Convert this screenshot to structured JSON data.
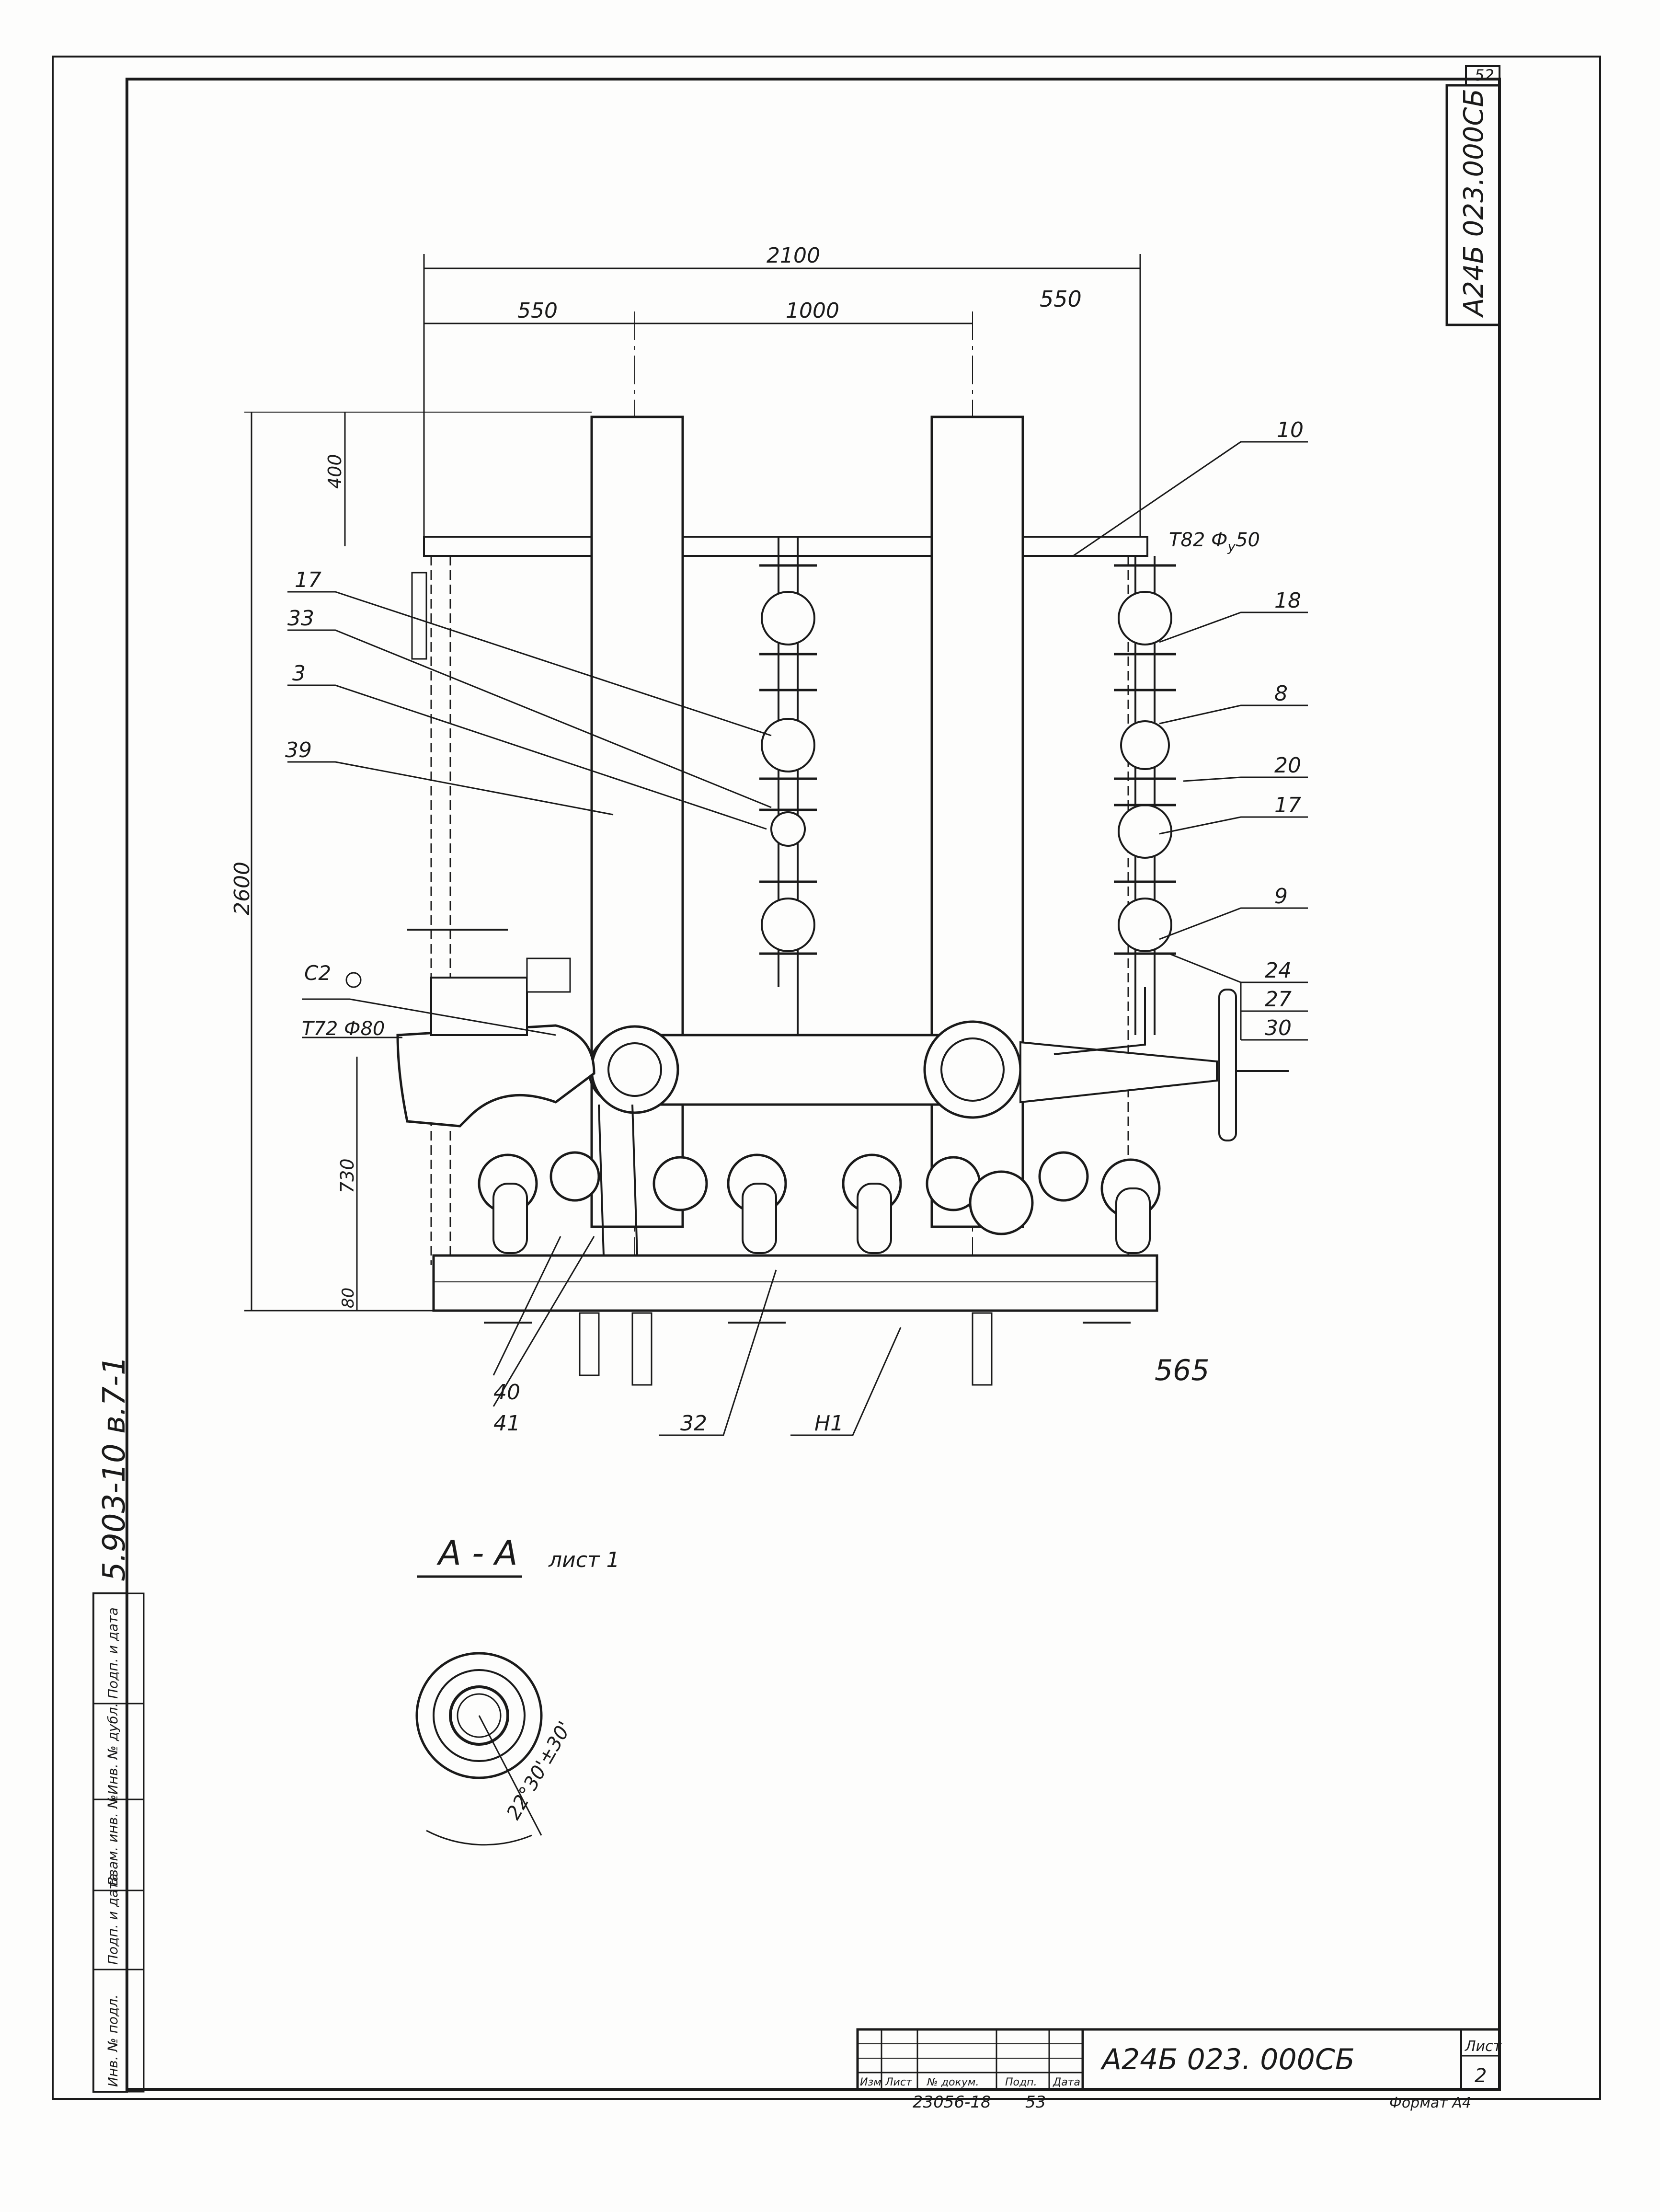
{
  "sheet_number_corner": "52",
  "designation_side": "А24Б 023.000СБ",
  "dimensions": {
    "d2100": "2100",
    "d550": "550",
    "d1000": "1000",
    "d550_hand": "550",
    "d400": "400",
    "d2600": "2600",
    "d730": "730",
    "d80": "80",
    "d565_hand": "565"
  },
  "callouts": {
    "c10": "10",
    "c18": "18",
    "c8": "8",
    "c20": "20",
    "c17_right": "17",
    "c9": "9",
    "c24": "24",
    "c27": "27",
    "c30": "30",
    "c17_left": "17",
    "c33": "33",
    "c3": "3",
    "c39": "39",
    "c40": "40",
    "c41": "41",
    "c32": "32",
    "cH1": "Н1"
  },
  "ports": {
    "t82": "Т82 Ф",
    "t82_sub": "у",
    "t82_val": "50",
    "c2": "С2",
    "t72": "Т72 Ф80"
  },
  "section": {
    "label": "А - А",
    "sheet_ref": "лист 1",
    "angle": "22°30'±30'"
  },
  "margin_code": "5.903-10   в.7-1",
  "left_stamp": [
    "Инв. № подл.",
    "Подп. и дата",
    "Взам. инв. №",
    "Инв. № дубл.",
    "Подп. и дата"
  ],
  "title_block": {
    "designation": "А24Б 023. 000СБ",
    "sheet_label": "Лист",
    "sheet_value": "2",
    "col_headers": [
      "Изм",
      "Лист",
      "№ докум.",
      "Подп.",
      "Дата"
    ]
  },
  "bottom": {
    "order_number": "23056-18",
    "page_number": "53",
    "format": "Формат А4"
  }
}
